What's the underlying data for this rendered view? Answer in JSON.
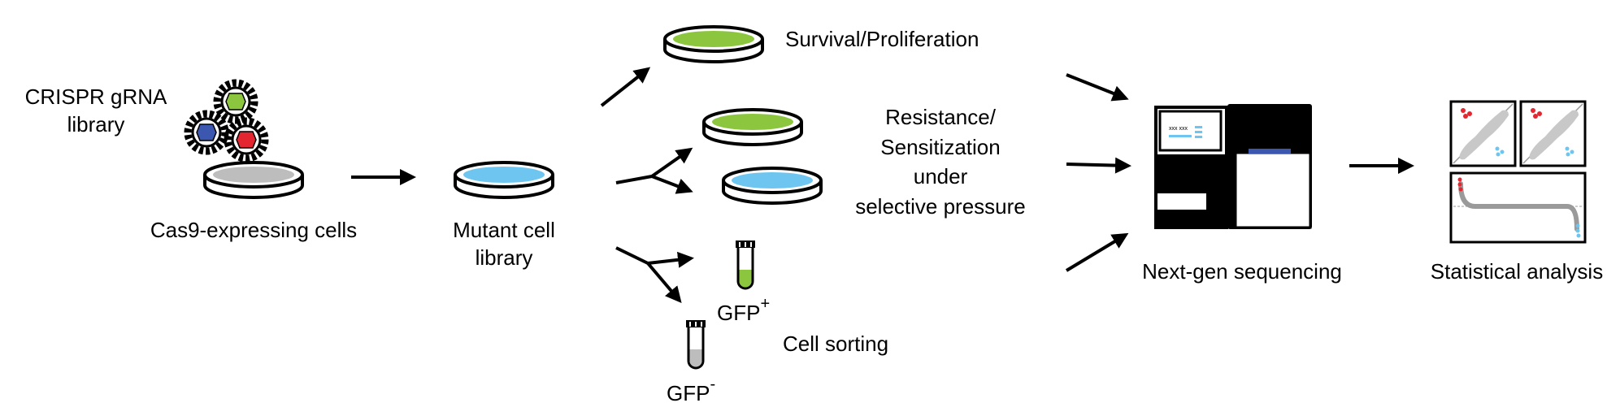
{
  "colors": {
    "green": "#8cc63f",
    "blue": "#6ec6f0",
    "gray": "#bdbdbd",
    "red": "#e3262f",
    "dark_blue": "#3b57b0",
    "ink": "#000000",
    "scatter_gray": "#c8c8c8"
  },
  "labels": {
    "crispr_line1": "CRISPR gRNA",
    "crispr_line2": "library",
    "cas9_cells": "Cas9-expressing cells",
    "mutant_line1": "Mutant cell",
    "mutant_line2": "library",
    "survival": "Survival/Proliferation",
    "resistance_line1": "Resistance/",
    "resistance_line2": "Sensitization",
    "resistance_line3": "under",
    "resistance_line4": "selective pressure",
    "gfp": "GFP",
    "gfp_plus_sup": "+",
    "gfp_minus_sup": "-",
    "cell_sorting": "Cell sorting",
    "ngs": "Next-gen sequencing",
    "stats": "Statistical analysis",
    "screen_text": "xxx xxx"
  },
  "icons": [
    "petri-dish-icon",
    "virus-icon",
    "test-tube-icon",
    "sequencer-icon",
    "scatter-plot-icon",
    "rank-plot-icon",
    "arrow-icon"
  ]
}
